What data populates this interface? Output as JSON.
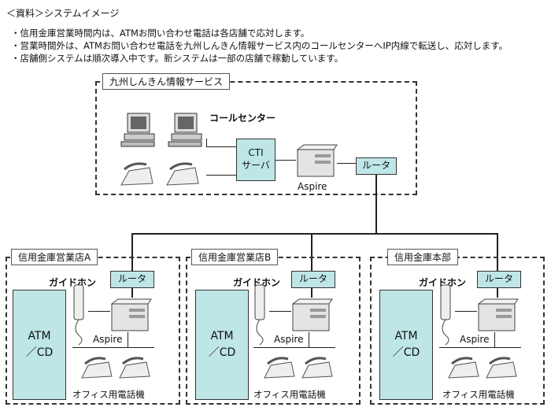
{
  "title": "＜資料＞システムイメージ",
  "notes": [
    "・信用金庫営業時間内は、ATMお問い合わせ電話は各店舗で応対します。",
    "・営業時間外は、ATMお問い合わせ電話を九州しんきん情報サービス内のコールセンターへIP内線で転送し、応対します。",
    "・店舗側システムは順次導入中です。新システムは一部の店舗で稼動しています。"
  ],
  "center": {
    "label": "九州しんきん情報サービス",
    "call_center": "コールセンター",
    "cti_line1": "CTI",
    "cti_line2": "サーバ",
    "pbx": "Aspire",
    "router": "ルータ"
  },
  "branches": [
    {
      "label": "信用金庫営業店A",
      "guide": "ガイドホン",
      "router": "ルータ",
      "atm1": "ATM",
      "atm2": "／CD",
      "pbx": "Aspire",
      "phones": "オフィス用電話機"
    },
    {
      "label": "信用金庫営業店B",
      "guide": "ガイドホン",
      "router": "ルータ",
      "atm1": "ATM",
      "atm2": "／CD",
      "pbx": "Aspire",
      "phones": "オフィス用電話機"
    },
    {
      "label": "信用金庫本部",
      "guide": "ガイドホン",
      "router": "ルータ",
      "atm1": "ATM",
      "atm2": "／CD",
      "pbx": "Aspire",
      "phones": "オフィス用電話機"
    }
  ]
}
